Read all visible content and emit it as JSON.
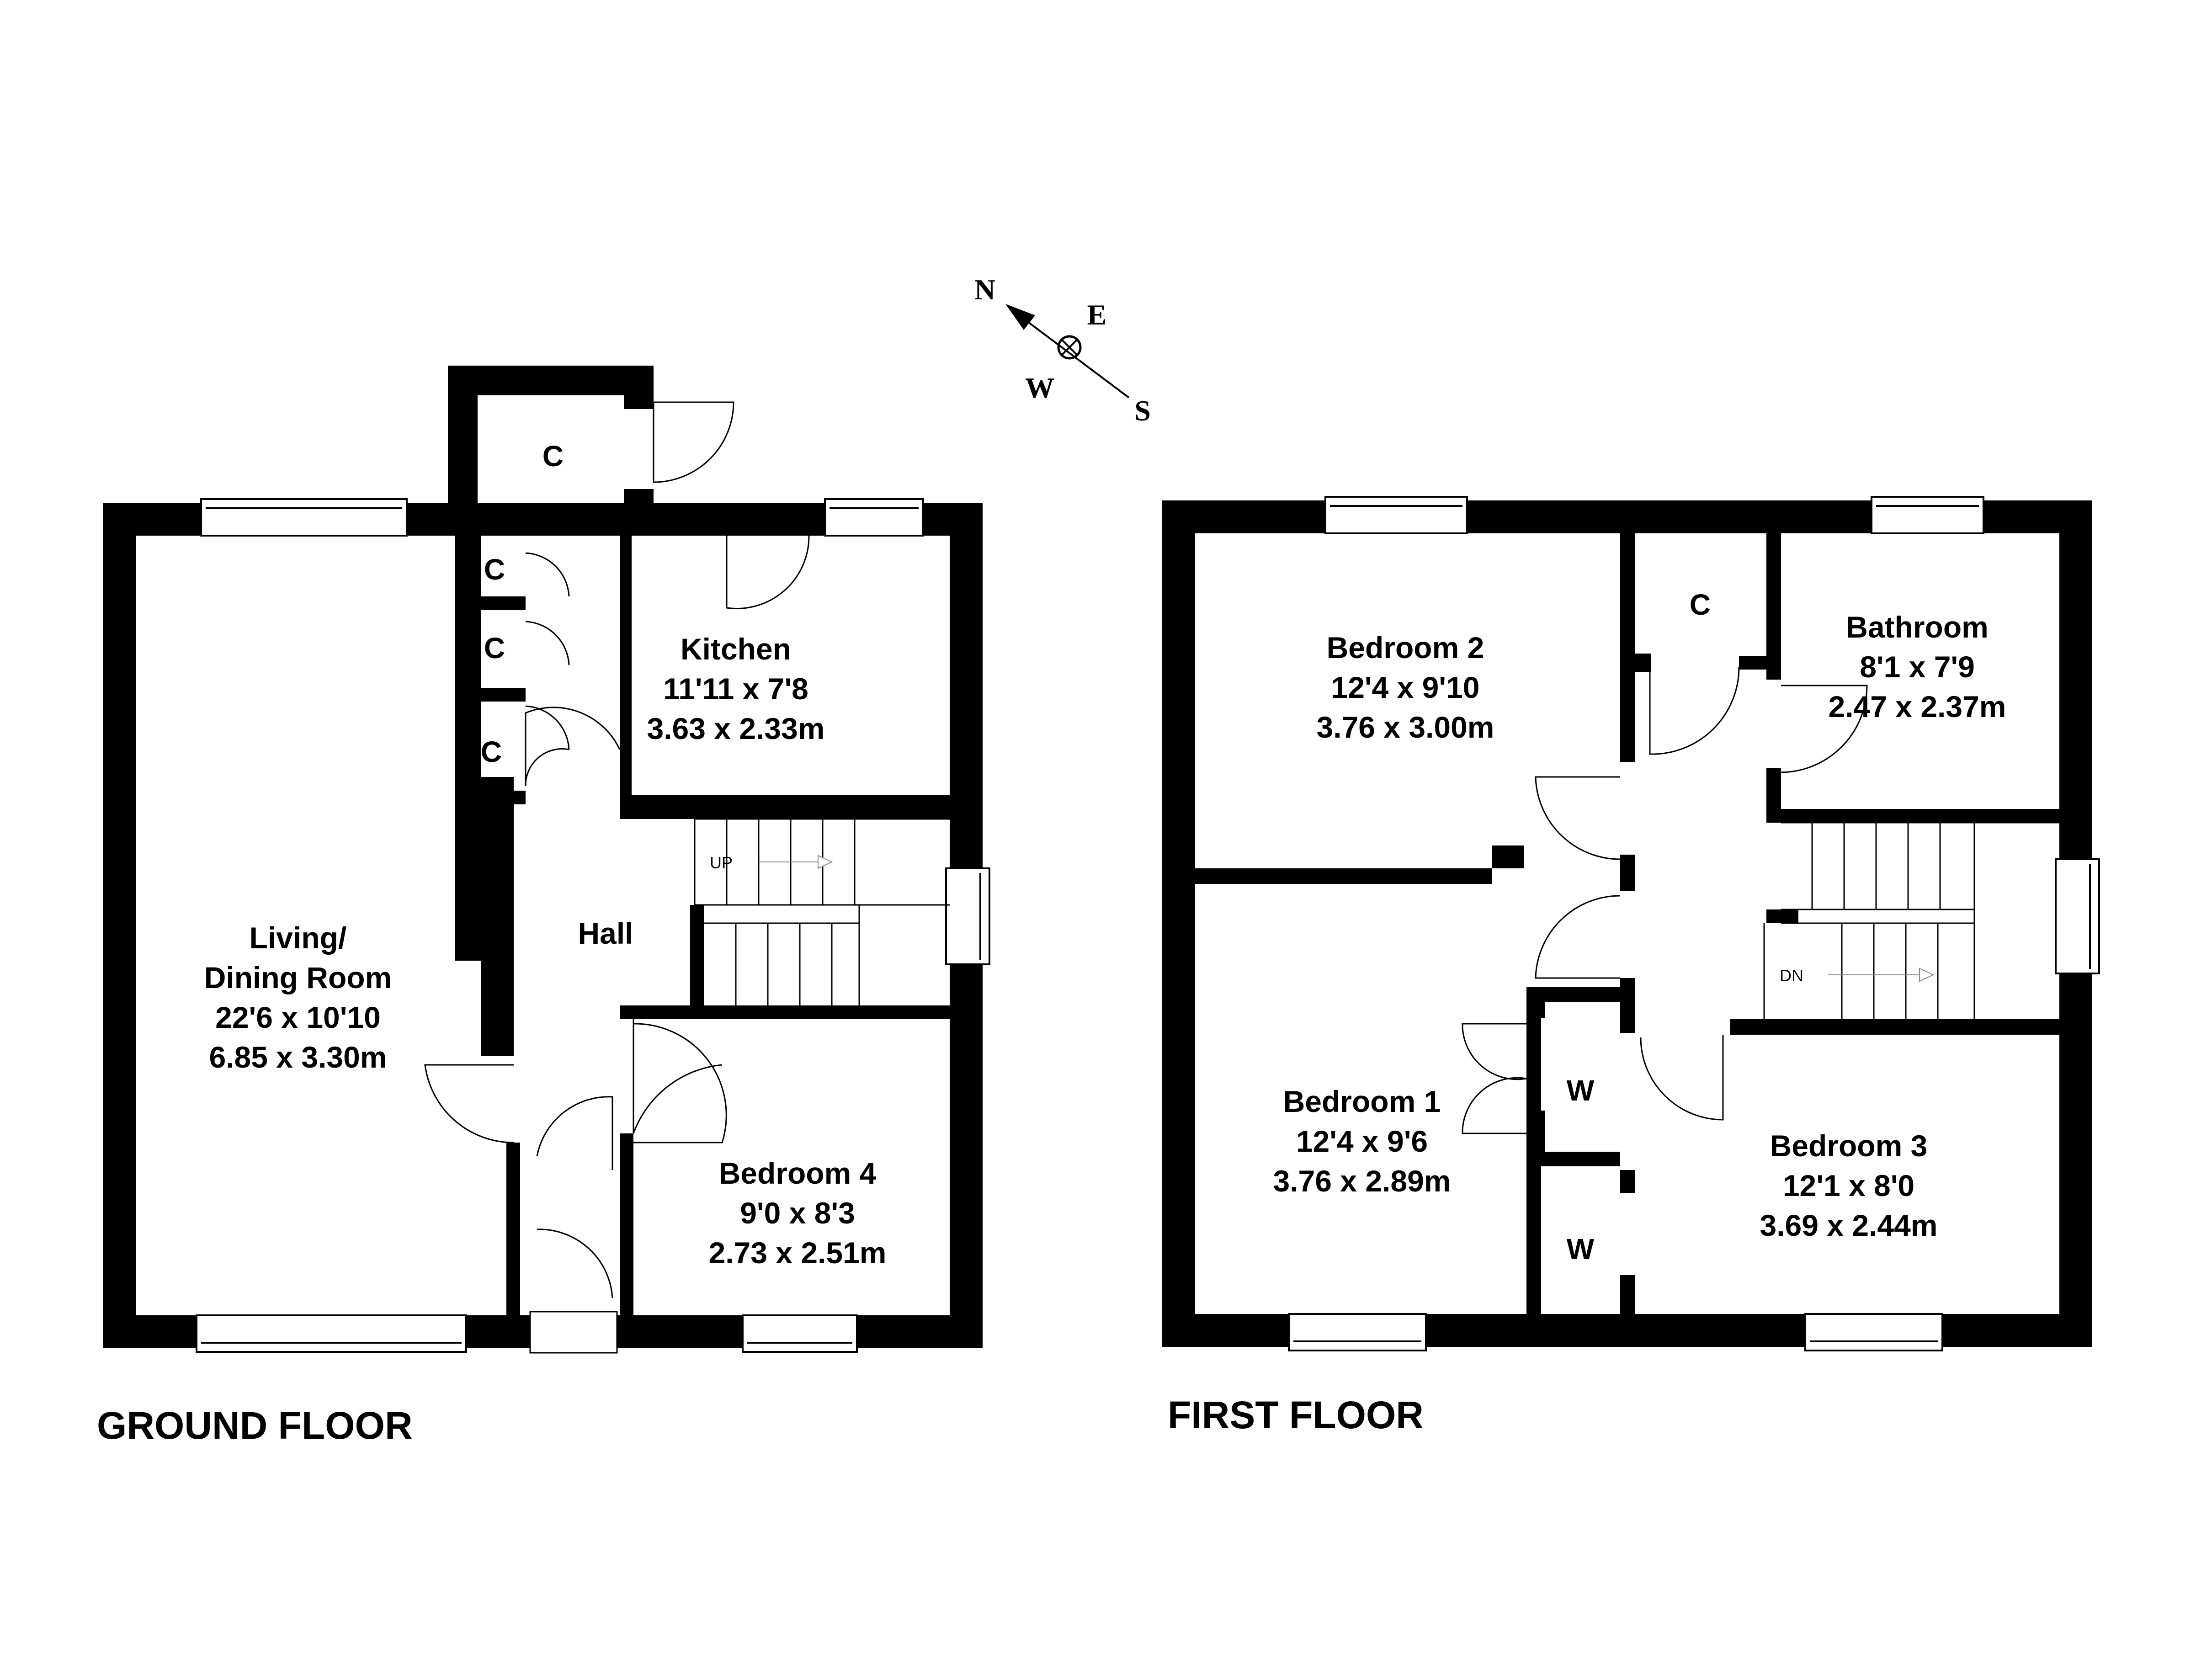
{
  "compass": {
    "n": "N",
    "e": "E",
    "s": "S",
    "w": "W"
  },
  "ground_floor": {
    "label": "GROUND FLOOR",
    "living": {
      "name1": "Living/",
      "name2": "Dining Room",
      "imperial": "22'6 x 10'10",
      "metric": "6.85 x 3.30m"
    },
    "kitchen": {
      "name": "Kitchen",
      "imperial": "11'11 x 7'8",
      "metric": "3.63 x 2.33m"
    },
    "hall": {
      "name": "Hall"
    },
    "bedroom4": {
      "name": "Bedroom 4",
      "imperial": "9'0 x 8'3",
      "metric": "2.73 x 2.51m"
    },
    "cupboard": "C",
    "stairs": "UP"
  },
  "first_floor": {
    "label": "FIRST FLOOR",
    "bedroom2": {
      "name": "Bedroom 2",
      "imperial": "12'4 x 9'10",
      "metric": "3.76 x 3.00m"
    },
    "bathroom": {
      "name": "Bathroom",
      "imperial": "8'1 x 7'9",
      "metric": "2.47 x 2.37m"
    },
    "bedroom1": {
      "name": "Bedroom 1",
      "imperial": "12'4 x 9'6",
      "metric": "3.76 x 2.89m"
    },
    "bedroom3": {
      "name": "Bedroom 3",
      "imperial": "12'1 x 8'0",
      "metric": "3.69 x 2.44m"
    },
    "cupboard": "C",
    "wardrobe": "W",
    "stairs": "DN"
  }
}
